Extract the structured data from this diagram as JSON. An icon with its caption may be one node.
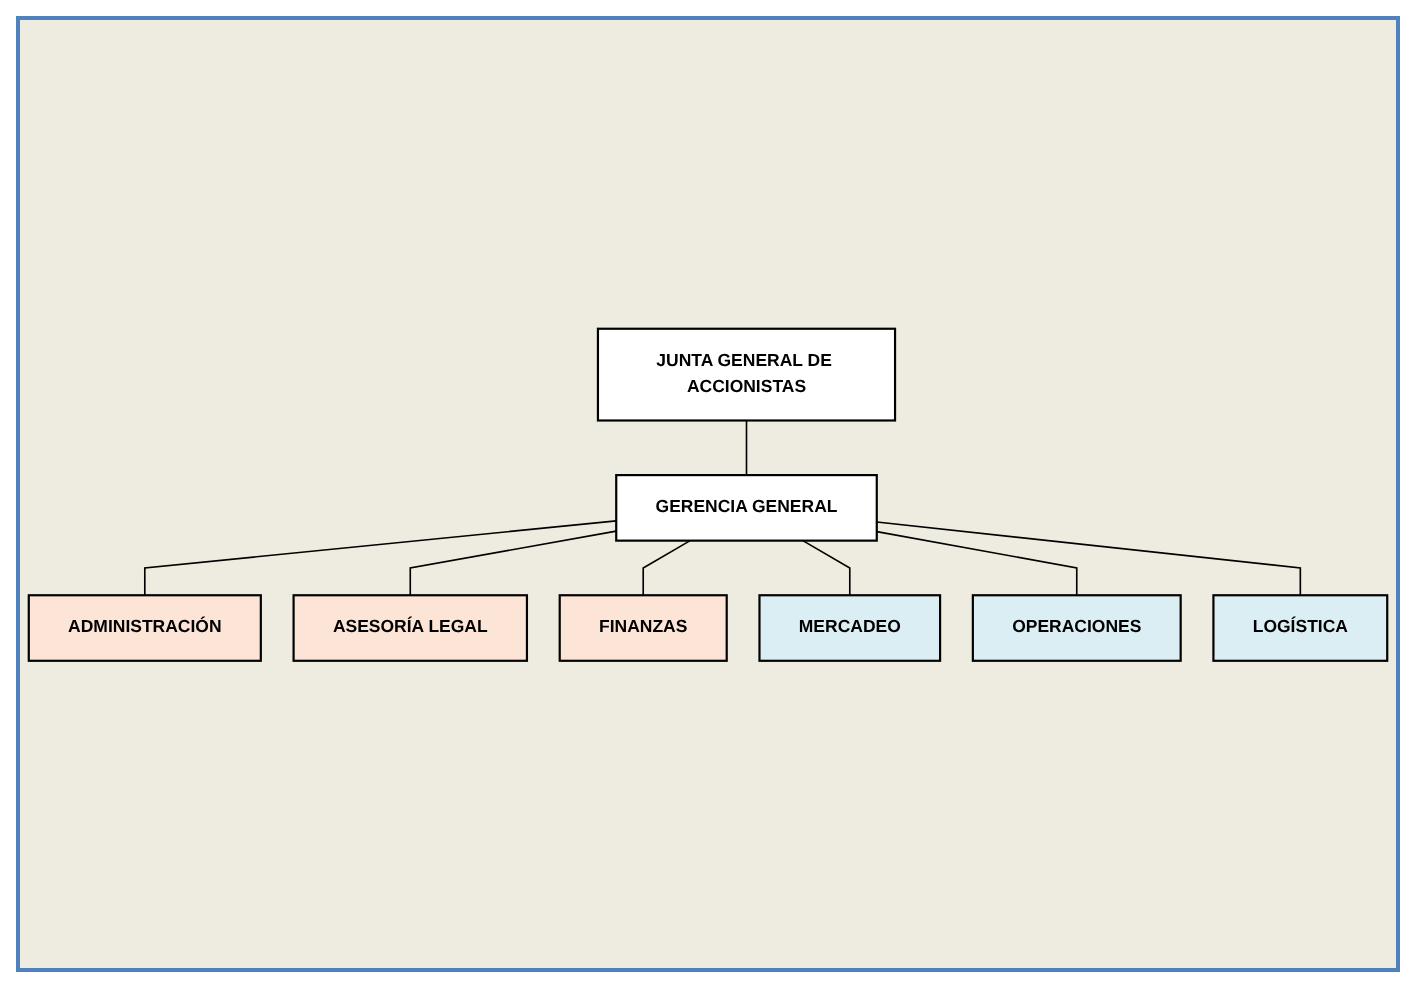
{
  "diagram": {
    "nodes": [
      {
        "text": [
          "JUNTA GENERAL DE ACCIONISTAS"
        ]
      },
      {
        "text": [
          "GERENCIA GENERAL"
        ]
      },
      {
        "text": [
          "ADMINISTRACIÓN"
        ]
      },
      {
        "text": [
          "ASESORÍA LEGAL"
        ]
      },
      {
        "text": [
          "FINANZAS"
        ]
      },
      {
        "text": [
          "MERCADEO"
        ]
      },
      {
        "text": [
          "OPERACIONES"
        ]
      },
      {
        "text": [
          "LOGÍSTICA"
        ]
      }
    ],
    "edges": [
      {
        "from": 0,
        "to": 1,
        "arrow": "none"
      },
      {
        "from": 1,
        "to": 2,
        "arrow": "none"
      },
      {
        "from": 1,
        "to": 3,
        "arrow": "none"
      },
      {
        "from": 1,
        "to": 4,
        "arrow": "none"
      },
      {
        "from": 1,
        "to": 5,
        "arrow": "none"
      },
      {
        "from": 1,
        "to": 6,
        "arrow": "none"
      },
      {
        "from": 1,
        "to": 7,
        "arrow": "none"
      }
    ]
  }
}
